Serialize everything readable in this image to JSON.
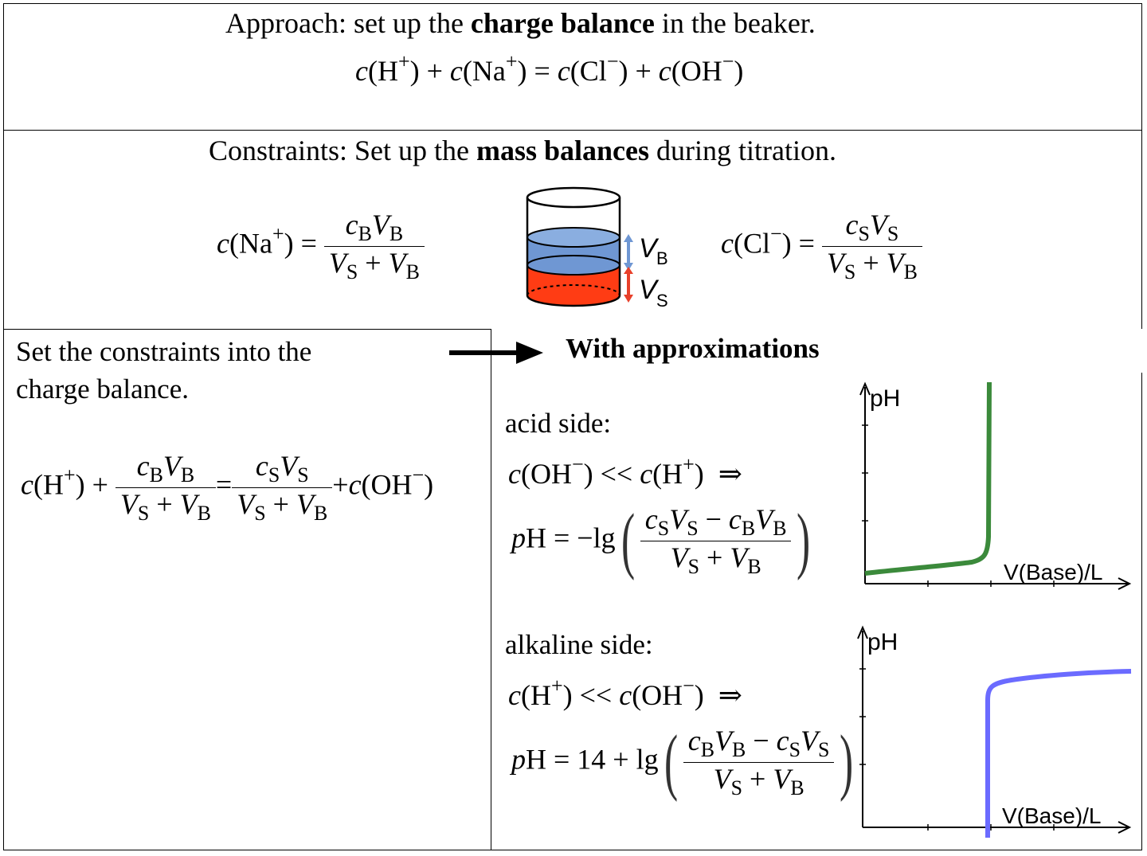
{
  "section1": {
    "heading_pre": "Approach: set up the ",
    "heading_bold": "charge balance",
    "heading_post": " in the beaker.",
    "equation": {
      "c1": "c",
      "lp1": "(H",
      "sup1": "+",
      "rp1": ")",
      "plus1": " + ",
      "c2": "c",
      "lp2": "(Na",
      "sup2": "+",
      "rp2": ")",
      "eq": " = ",
      "c3": "c",
      "lp3": "(Cl",
      "sup3": "−",
      "rp3": ")",
      "plus2": " + ",
      "c4": "c",
      "lp4": "(OH",
      "sup4": "−",
      "rp4": ")"
    }
  },
  "section2": {
    "heading_pre": "Constraints: Set up the ",
    "heading_bold": "mass balances",
    "heading_post": " during titration.",
    "left_eq": {
      "lhs": "(Na",
      "lhs_sup": "+",
      "lhs_close": ") =",
      "num_c": "c",
      "num_cs": "B",
      "num_v": "V",
      "num_vs": "B",
      "den_v1": "V",
      "den_v1s": "S",
      "den_plus": " + ",
      "den_v2": "V",
      "den_v2s": "B"
    },
    "right_eq": {
      "lhs": "(Cl",
      "lhs_sup": "−",
      "lhs_close": ") =",
      "num_c": "c",
      "num_cs": "S",
      "num_v": "V",
      "num_vs": "S",
      "den_v1": "V",
      "den_v1s": "S",
      "den_plus": " + ",
      "den_v2": "V",
      "den_v2s": "B"
    },
    "beaker": {
      "label_vb": "V",
      "label_vb_sub": "B",
      "label_vs": "V",
      "label_vs_sub": "S",
      "color_base": "#6f97d3",
      "color_acid": "#ff3c14",
      "color_arrow_b": "#6f97d3",
      "color_arrow_s": "#e8402a"
    }
  },
  "section3": {
    "left_text_line1": "Set the constraints into the",
    "left_text_line2": "charge balance.",
    "arrow_label": "With approximations",
    "combined_eq": {
      "c1": "c",
      "h": "(H",
      "hsup": "+",
      "hclose": ") +",
      "f1_num": "c",
      "f1_num_s": "B",
      "f1_num_v": "V",
      "f1_num_vs": "B",
      "f1_den_v1": "V",
      "f1_den_v1s": "S",
      "f1_den_plus": " + ",
      "f1_den_v2": "V",
      "f1_den_v2s": "B",
      "eq": "=",
      "f2_num": "c",
      "f2_num_s": "S",
      "f2_num_v": "V",
      "f2_num_vs": "S",
      "f2_den_v1": "V",
      "f2_den_v1s": "S",
      "f2_den_plus": " + ",
      "f2_den_v2": "V",
      "f2_den_v2s": "B",
      "tail_plus": "+",
      "tail_c": "c",
      "tail_oh": "(OH",
      "tail_sup": "−",
      "tail_close": ")"
    },
    "acid": {
      "label": "acid side:",
      "cond_c1": "c",
      "cond_a": "(OH",
      "cond_asup": "−",
      "cond_aclose": ") << ",
      "cond_c2": "c",
      "cond_b": "(H",
      "cond_bsup": "+",
      "cond_bclose": ")",
      "cond_implies": "⇒",
      "ph_p": "p",
      "ph_h": "H",
      "ph_eq": " = −lg",
      "num_c1": "c",
      "num_c1s": "S",
      "num_v1": "V",
      "num_v1s": "S",
      "num_minus": " − ",
      "num_c2": "c",
      "num_c2s": "B",
      "num_v2": "V",
      "num_v2s": "B",
      "den_v1": "V",
      "den_v1s": "S",
      "den_plus": " + ",
      "den_v2": "V",
      "den_v2s": "B"
    },
    "alkaline": {
      "label": "alkaline side:",
      "cond_c1": "c",
      "cond_a": "(H",
      "cond_asup": "+",
      "cond_aclose": ") << ",
      "cond_c2": "c",
      "cond_b": "(OH",
      "cond_bsup": "−",
      "cond_bclose": ")",
      "cond_implies": "⇒",
      "ph_p": "p",
      "ph_h": "H",
      "ph_eq": " = 14 + lg",
      "num_c1": "c",
      "num_c1s": "B",
      "num_v1": "V",
      "num_v1s": "B",
      "num_minus": " − ",
      "num_c2": "c",
      "num_c2s": "S",
      "num_v2": "V",
      "num_v2s": "S",
      "den_v1": "V",
      "den_v1s": "S",
      "den_plus": " + ",
      "den_v2": "V",
      "den_v2s": "B"
    },
    "chart_acid": {
      "ylabel": "pH",
      "xlabel": "V(Base)/L",
      "color": "#3b8a3b"
    },
    "chart_alkaline": {
      "ylabel": "pH",
      "xlabel": "V(Base)/L",
      "color": "#6b6bff"
    }
  }
}
